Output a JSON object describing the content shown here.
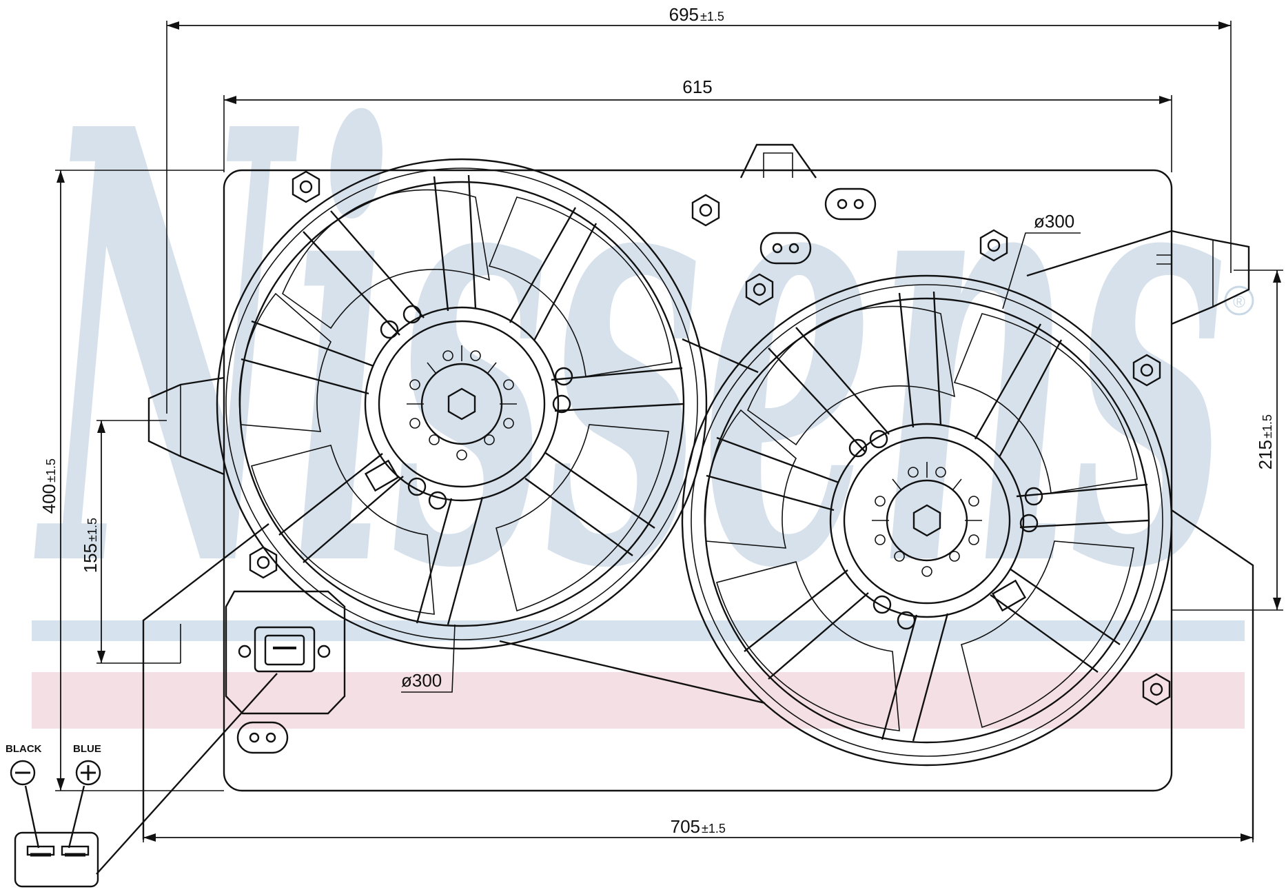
{
  "watermark": {
    "brand": "Nissens",
    "registered": "®",
    "color": "#c9d8e6",
    "stripe_colors": [
      "#d6e3ef",
      "#f2d9df"
    ]
  },
  "dimensions": {
    "top_width": {
      "value": "695",
      "tol": "±1.5"
    },
    "inner_width": {
      "value": "615"
    },
    "bottom_width": {
      "value": "705",
      "tol": "±1.5"
    },
    "height": {
      "value": "400",
      "tol": "±1.5"
    },
    "left_mount": {
      "value": "155",
      "tol": "±1.5"
    },
    "right_mount": {
      "value": "215",
      "tol": "±1.5"
    },
    "fan_right_diameter": {
      "value": "ø300"
    },
    "fan_left_diameter": {
      "value": "ø300"
    }
  },
  "connector": {
    "black_label": "BLACK",
    "blue_label": "BLUE",
    "minus_symbol": "−",
    "plus_symbol": "+"
  }
}
